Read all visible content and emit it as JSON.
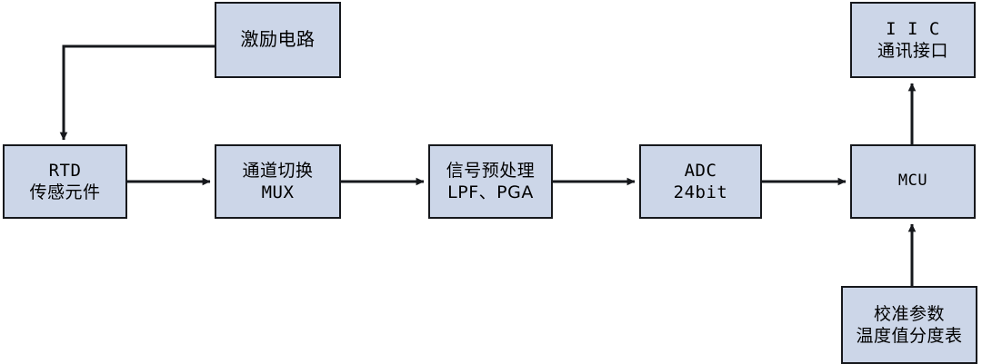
{
  "diagram": {
    "title": "RTD temperature measurement signal chain block diagram",
    "colors": {
      "node_fill": "#ccd6e8",
      "node_stroke": "#16181c",
      "wire": "#16181c",
      "background": "#ffffff",
      "text": "#000000"
    },
    "nodes": {
      "excitation": {
        "lines": [
          "激励电路"
        ]
      },
      "rtd": {
        "lines": [
          "RTD",
          "传感元件"
        ]
      },
      "mux": {
        "lines": [
          "通道切换",
          "MUX"
        ]
      },
      "preproc": {
        "lines": [
          "信号预处理",
          "LPF、PGA"
        ]
      },
      "adc": {
        "lines": [
          "ADC",
          "24bit"
        ]
      },
      "mcu": {
        "lines": [
          "MCU"
        ]
      },
      "iic": {
        "lines": [
          "I I C",
          "通讯接口"
        ]
      },
      "caltable": {
        "lines": [
          "校准参数",
          "温度值分度表"
        ]
      }
    },
    "edges": [
      {
        "name": "excitation-to-rtd",
        "from": "excitation",
        "to": "rtd",
        "style": "elbow-down",
        "arrow": "down"
      },
      {
        "name": "rtd-to-mux",
        "from": "rtd",
        "to": "mux",
        "style": "straight",
        "arrow": "right"
      },
      {
        "name": "mux-to-preproc",
        "from": "mux",
        "to": "preproc",
        "style": "straight",
        "arrow": "right"
      },
      {
        "name": "preproc-to-adc",
        "from": "preproc",
        "to": "adc",
        "style": "straight",
        "arrow": "right"
      },
      {
        "name": "adc-to-mcu",
        "from": "adc",
        "to": "mcu",
        "style": "straight",
        "arrow": "right"
      },
      {
        "name": "mcu-to-iic",
        "from": "mcu",
        "to": "iic",
        "style": "straight",
        "arrow": "up"
      },
      {
        "name": "caltable-to-mcu",
        "from": "caltable",
        "to": "mcu",
        "style": "straight",
        "arrow": "up"
      }
    ]
  }
}
